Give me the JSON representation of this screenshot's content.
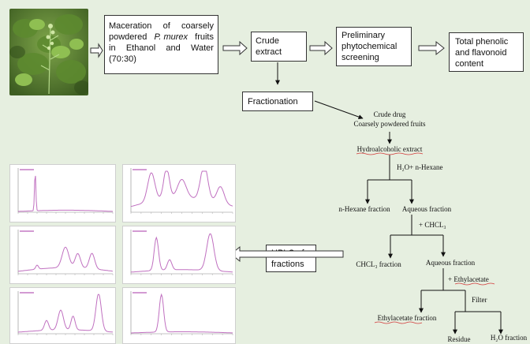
{
  "boxes": {
    "maceration": {
      "lines": [
        [
          "Maceration",
          "of",
          "coarsely"
        ],
        [
          "powdered",
          "P. murex",
          "fruits"
        ],
        [
          "in",
          "Ethanol",
          "and",
          "Water"
        ],
        [
          "(70:30)"
        ]
      ]
    },
    "crude_extract": [
      "Crude",
      "extract"
    ],
    "preliminary": [
      "Preliminary",
      "phytochemical",
      "screening"
    ],
    "total": [
      "Total phenolic",
      "and flavonoid",
      "content"
    ],
    "fractionation": "Fractionation",
    "hplc": [
      "HPLC of",
      "fractions"
    ]
  },
  "tree": {
    "crude_drug": "Crude drug",
    "coarse": "Coarsely powdered fruits",
    "hydro": "Hydroalcoholic extract",
    "h2o_hexane": "H₂O+ n-Hexane",
    "hexane_fraction": "n-Hexane fraction",
    "aqueous_fraction_1": "Aqueous fraction",
    "chcl3_add": "+ CHCL₃",
    "chcl3_fraction": "CHCL₃ fraction",
    "aqueous_fraction_2": "Aqueous fraction",
    "ethyl_add": "+ Ethylacetate",
    "filter": "Filter",
    "ethyl_fraction": "Ethylacetate fraction",
    "residue": "Residue",
    "h2o_fraction": "H₂O fraction"
  },
  "colors": {
    "background": "#e6efe0",
    "hplc_trace": "#c070c0",
    "underline": "#d23a3a"
  },
  "icons": [
    "plant-photo",
    "arrow-right",
    "arrow-left",
    "arrow-down"
  ]
}
